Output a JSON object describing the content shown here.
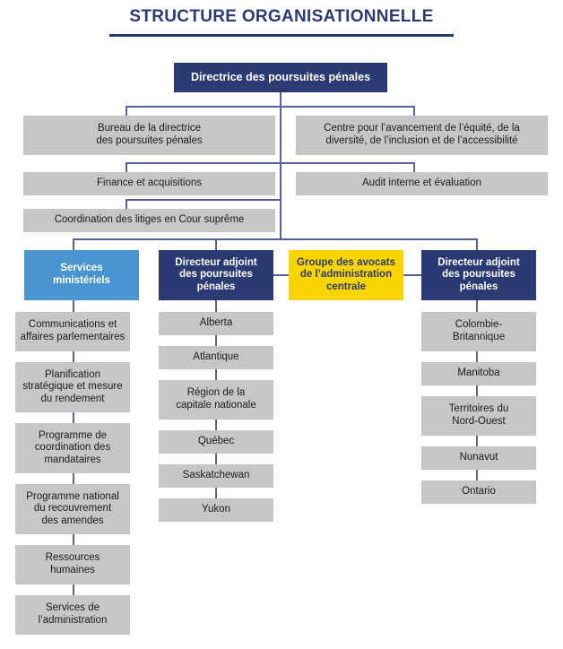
{
  "header": {
    "title": "STRUCTURE ORGANISATIONNELLE"
  },
  "colors": {
    "navy": "#2a3a73",
    "light_blue": "#4a95cf",
    "yellow": "#fad400",
    "grey": "#c6c6c6",
    "connector": "#56619e"
  },
  "chart_data": {
    "type": "diagram",
    "title": "STRUCTURE ORGANISATIONNELLE",
    "root": {
      "label": "Directrice des poursuites pénales",
      "style": "navy"
    },
    "staff_left": [
      {
        "label": "Bureau de la directrice\ndes poursuites pénales",
        "style": "grey"
      },
      {
        "label": "Finance et acquisitions",
        "style": "grey"
      },
      {
        "label": "Coordination des litiges en Cour suprême",
        "style": "grey"
      }
    ],
    "staff_right": [
      {
        "label": "Centre pour l’avancement de l’équité, de la\ndiversité, de l’inclusion et de l’accessibilité",
        "style": "grey"
      },
      {
        "label": "Audit interne et évaluation",
        "style": "grey"
      }
    ],
    "columns": [
      {
        "head": {
          "label": "Services\nministériels",
          "style": "light_blue"
        },
        "items": [
          "Communications et\naffaires parlementaires",
          "Planification\nstratégique et mesure\ndu rendement",
          "Programme de\ncoordination des\nmandataires",
          "Programme national\ndu recouvrement\ndes amendes",
          "Ressources\nhumaines",
          "Services de\nl’administration"
        ]
      },
      {
        "head": {
          "label": "Directeur adjoint\ndes poursuites\npénales",
          "style": "navy"
        },
        "items": [
          "Alberta",
          "Atlantique",
          "Région de la\ncapitale nationale",
          "Québec",
          "Saskatchewan",
          "Yukon"
        ]
      },
      {
        "head": {
          "label": "Groupe des avocats\nde l’administration\ncentrale",
          "style": "yellow"
        },
        "items": []
      },
      {
        "head": {
          "label": "Directeur adjoint\ndes poursuites\npénales",
          "style": "navy"
        },
        "items": [
          "Colombie-\nBritannique",
          "Manitoba",
          "Territoires du\nNord-Ouest",
          "Nunavut",
          "Ontario"
        ]
      }
    ]
  }
}
